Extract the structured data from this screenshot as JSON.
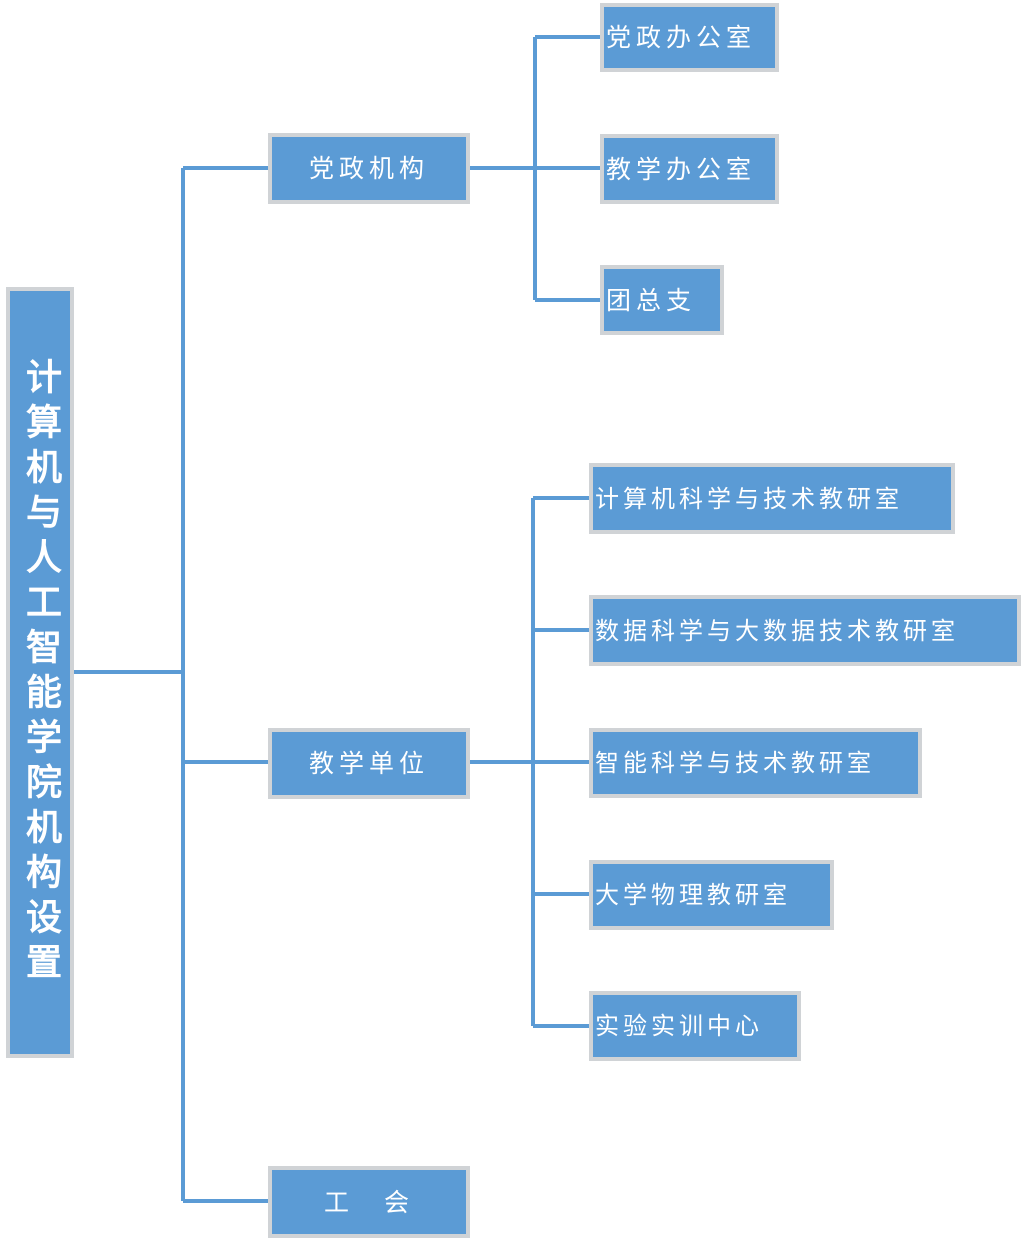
{
  "colors": {
    "node_fill": "#5b9bd5",
    "node_border": "#d0d3d6",
    "connector": "#5b9bd5",
    "text": "#ffffff"
  },
  "root": {
    "label": "计算机与人工智能学院机构设置"
  },
  "groups": [
    {
      "label": "党政机构",
      "children": [
        "党政办公室",
        "教学办公室",
        "团总支"
      ]
    },
    {
      "label": "教学单位",
      "children": [
        "计算机科学与技术教研室",
        "数据科学与大数据技术教研室",
        "智能科学与技术教研室",
        "大学物理教研室",
        "实验实训中心"
      ]
    },
    {
      "label": "工　会",
      "children": []
    }
  ]
}
